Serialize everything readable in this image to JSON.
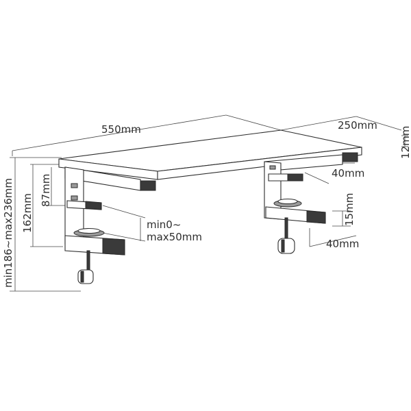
{
  "dimensions": {
    "width": "550mm",
    "depth": "250mm",
    "thickness": "12mm",
    "bracket_depth": "40mm",
    "clamp_jaw_height": "15mm",
    "clamp_jaw_depth": "40mm",
    "upper_gap": "87mm",
    "bracket_height": "162mm",
    "clamp_range_line1": "min0~",
    "clamp_range_line2": "max50mm",
    "total_height": "min186~max236mm"
  }
}
